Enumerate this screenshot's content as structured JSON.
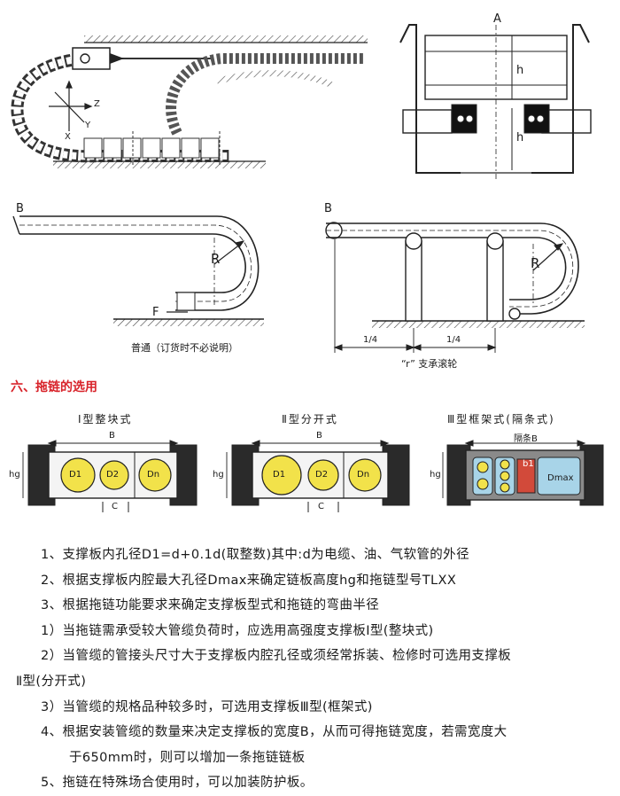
{
  "diagram_top": {
    "labels": {
      "a": "A",
      "h1": "h",
      "h2": "h",
      "z": "Z",
      "x": "X",
      "y": "Y"
    }
  },
  "diagram_mid": {
    "labels": {
      "b_left": "B",
      "b_right": "B",
      "r_left": "R",
      "r_right": "R",
      "f": "F",
      "quarter1": "1/4",
      "quarter2": "1/4"
    },
    "caption_left": "普通（订货时不必说明）",
    "caption_right": "“r” 支承滚轮"
  },
  "section": {
    "title": "六、拖链的选用"
  },
  "types": [
    {
      "title": "Ⅰ型整块式",
      "b": "B",
      "hg": "hg",
      "c": "C",
      "d1": "D1",
      "d2": "D2",
      "dn": "Dn"
    },
    {
      "title": "Ⅱ型分开式",
      "b": "B",
      "hg": "hg",
      "c": "C",
      "d1": "D1",
      "d2": "D2",
      "dn": "Dn"
    },
    {
      "title": "Ⅲ型框架式(隔条式)",
      "b": "隔条B",
      "hg": "hg",
      "b1": "b1",
      "dmax": "Dmax"
    }
  ],
  "notes": [
    "1、支撑板内孔径D1=d+0.1d(取整数)其中:d为电缆、油、气软管的外径",
    "2、根据支撑板内腔最大孔径Dmax来确定链板高度hg和拖链型号TLXX",
    "3、根据拖链功能要求来确定支撑板型式和拖链的弯曲半径",
    "1）当拖链需承受较大管缆负荷时，应选用高强度支撑板Ⅰ型(整块式)",
    "2）当管缆的管接头尺寸大于支撑板内腔孔径或须经常拆装、检修时可选用支撑板",
    "Ⅱ型(分开式)",
    "3）当管缆的规格品种较多时，可选用支撑板Ⅲ型(框架式)",
    "4、根据安装管缆的数量来决定支撑板的宽度B，从而可得拖链宽度，若需宽度大",
    "于650mm时，则可以增加一条拖链链板",
    "5、拖链在特殊场合使用时，可以加装防护板。"
  ]
}
